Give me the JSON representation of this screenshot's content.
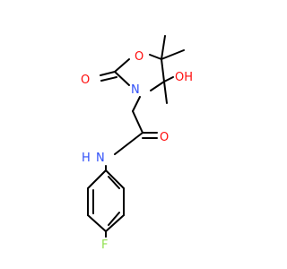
{
  "molecule": {
    "atoms": {
      "ring_oxygen": "O",
      "carbonyl_oxygen_ring": "O",
      "ring_nitrogen": "N",
      "hydroxyl": "OH",
      "amide_oxygen": "O",
      "amide_nh": "N",
      "amide_h": "H",
      "fluorine": "F"
    }
  },
  "colors": {
    "bond": "#000000",
    "oxygen": "#ff0d0d",
    "nitrogen": "#3050f8",
    "fluorine": "#90e050"
  }
}
